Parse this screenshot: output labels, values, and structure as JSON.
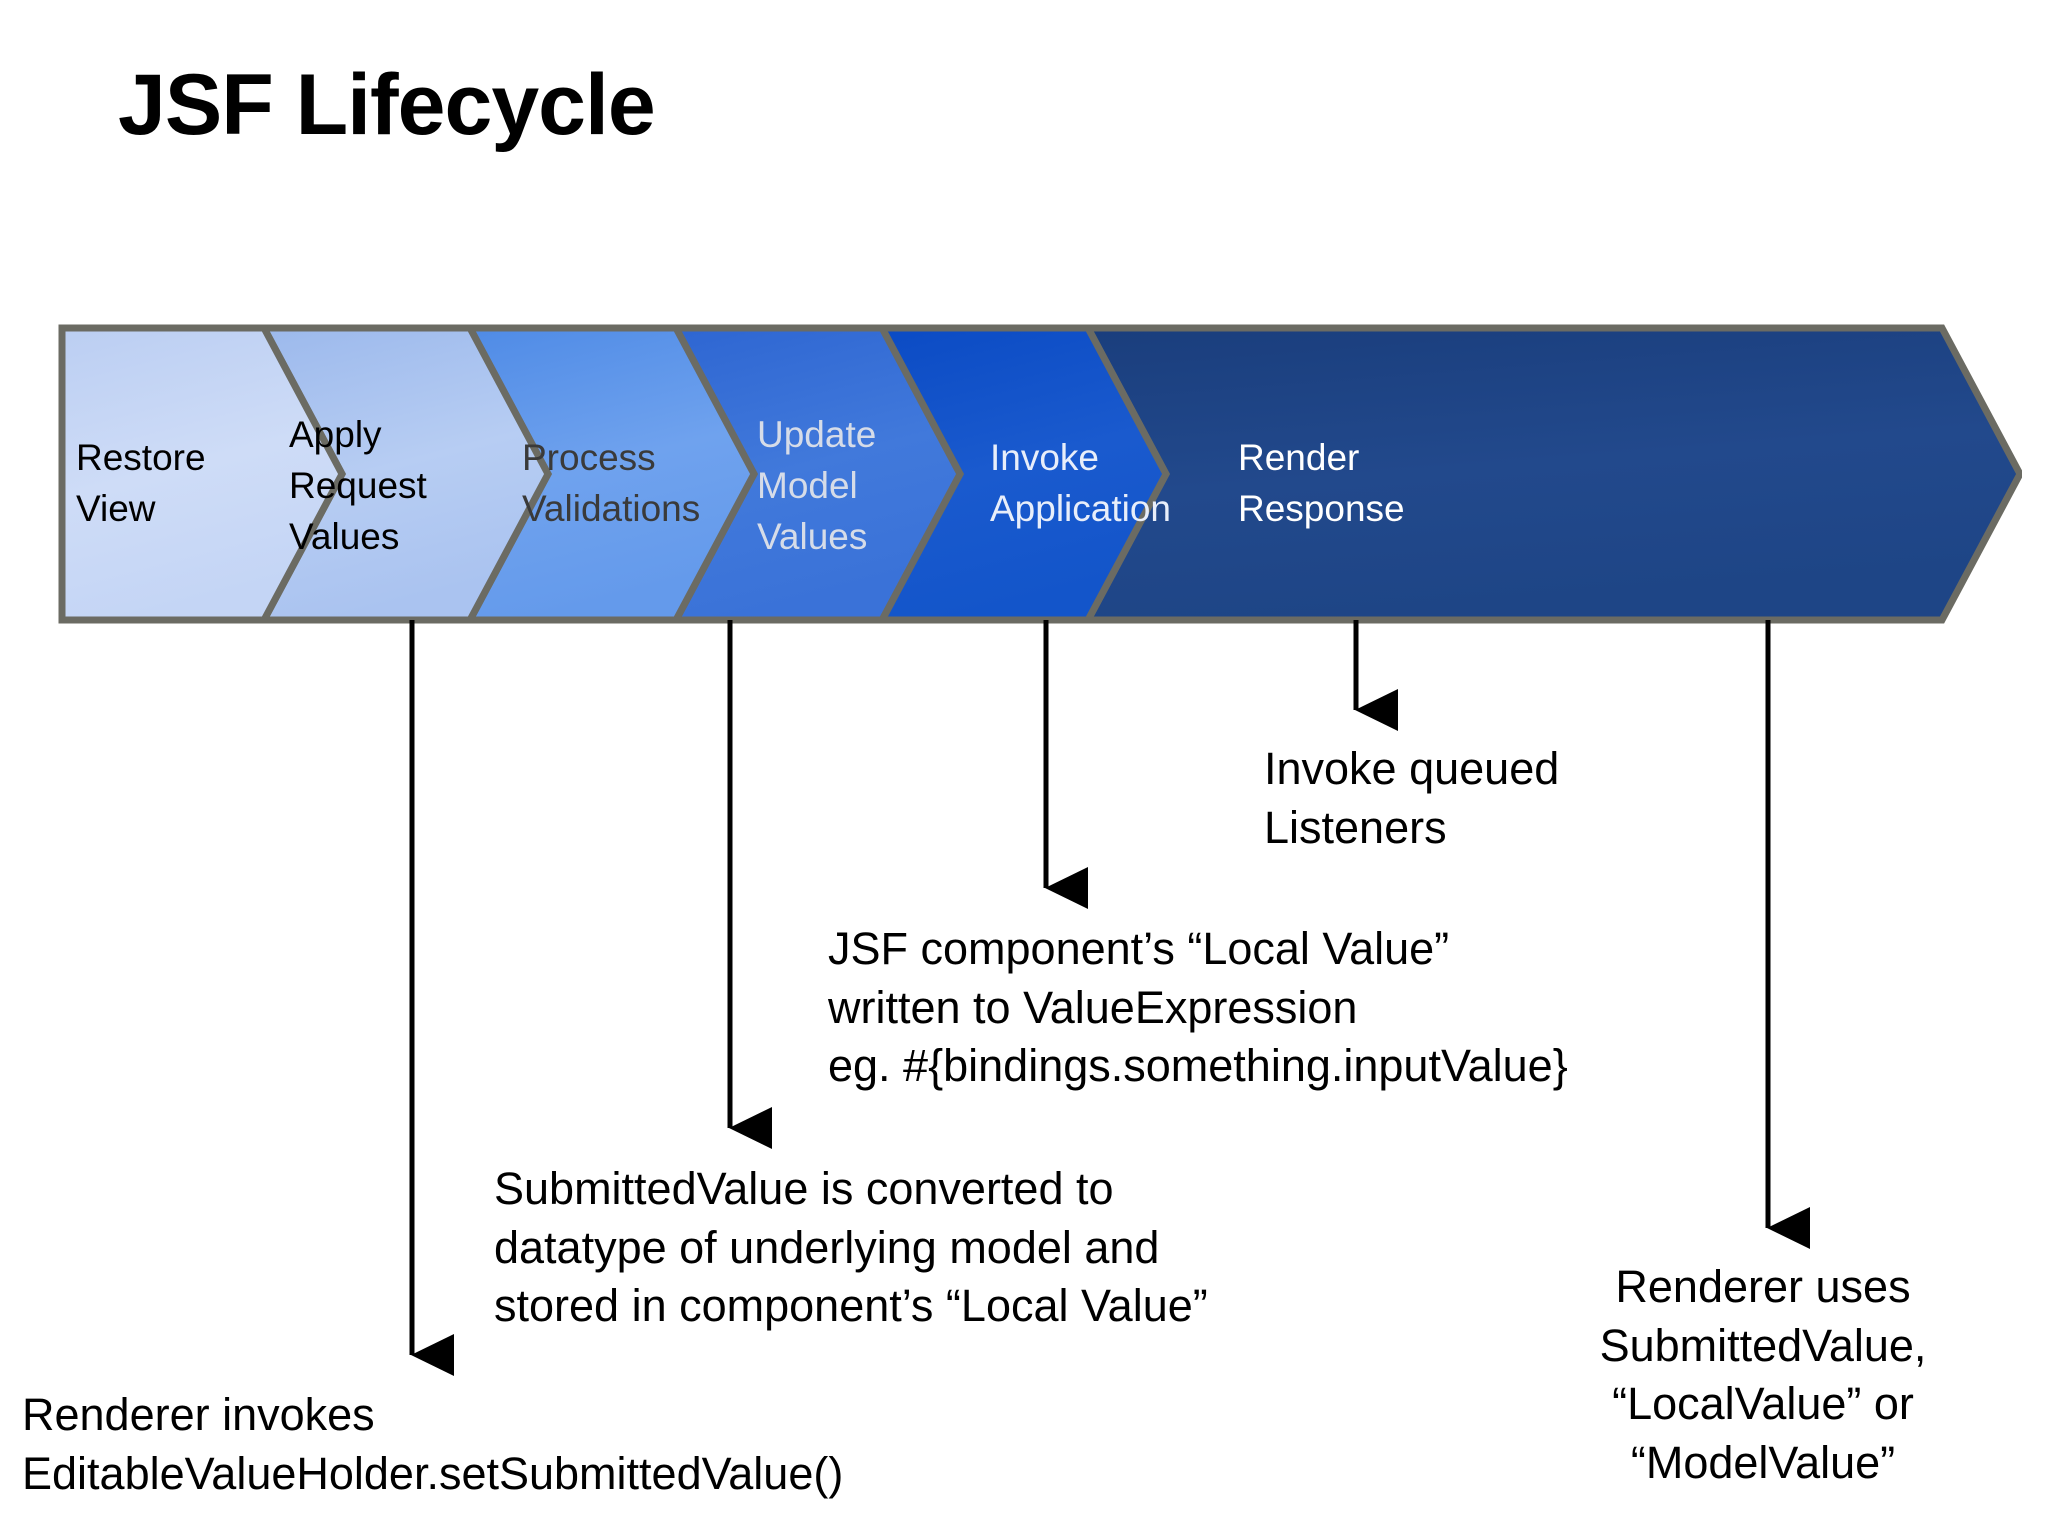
{
  "title": "JSF Lifecycle",
  "colors": {
    "stage_1": "#C9D9F6",
    "stage_2": "#AEC6F0",
    "stage_3": "#679CEC",
    "stage_4": "#3A72D8",
    "stage_5": "#1355CA",
    "stage_6": "#1E4586",
    "chevron_border": "#6B6B63",
    "arrow": "#000000",
    "title_text": "#000000"
  },
  "lifecycle": {
    "stages": [
      {
        "label": "Restore\nView",
        "fill": "#C9D9F6",
        "text_color": "#000000"
      },
      {
        "label": "Apply\nRequest\nValues",
        "fill": "#AEC6F0",
        "text_color": "#000000"
      },
      {
        "label": "Process\nValidations",
        "fill": "#679CEC",
        "text_color": "#3A3A3A"
      },
      {
        "label": "Update\nModel\nValues",
        "fill": "#3A72D8",
        "text_color": "#D6DCE8"
      },
      {
        "label": "Invoke\nApplication",
        "fill": "#1355CA",
        "text_color": "#E8EEFA"
      },
      {
        "label": "Render\nResponse",
        "fill": "#1E4586",
        "text_color": "#FFFFFF"
      }
    ]
  },
  "annotations": {
    "renderer_invokes": "Renderer invokes\nEditableValueHolder.setSubmittedValue()",
    "submitted_value": "SubmittedValue is converted to\ndatatype of underlying model and\nstored in component’s “Local Value”",
    "local_value": "JSF component’s “Local Value”\nwritten to ValueExpression\neg. #{bindings.something.inputValue}",
    "invoke_listeners": "Invoke queued\nListeners",
    "renderer_uses": "Renderer uses\nSubmittedValue,\n“LocalValue” or\n“ModelValue”"
  }
}
